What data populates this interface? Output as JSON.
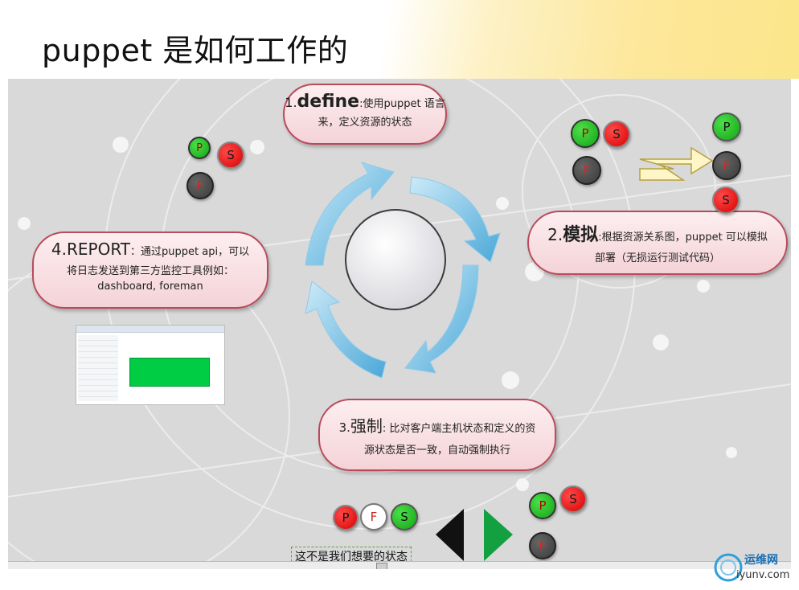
{
  "slide": {
    "title": "puppet 是如何工作的"
  },
  "steps": {
    "define": {
      "number": "1.",
      "head": "define",
      "text_line1": ":使用puppet 语言",
      "text_line2": "来，定义资源的状态"
    },
    "simulate": {
      "number": "2.",
      "head": "模拟",
      "text_line1": ":根据资源关系图，puppet 可以模拟",
      "text_line2": "部署（无损运行测试代码）"
    },
    "enforce": {
      "number": "3.",
      "head": "强制",
      "text_line1": ": 比对客户端主机状态和定义的资",
      "text_line2": "源状态是否一致，自动强制执行"
    },
    "report": {
      "number": "4.",
      "head": "REPORT",
      "text_line1": "：通过puppet api，可以",
      "text_line2": "将日志发送到第三方监控工具例如：",
      "text_line3": "dashboard, foreman"
    }
  },
  "nodes": {
    "p": "P",
    "s": "S",
    "f": "F"
  },
  "caption": "这不是我们想要的状态",
  "watermark": {
    "name": "运维网",
    "url": "iyunv.com"
  },
  "colors": {
    "header_yellow": "#fce68a",
    "canvas_gray": "#d9d9d9",
    "arrow_blue": "#6cc0e8",
    "bubble_border": "#b84a5a",
    "node_green": "#13a313",
    "node_red": "#d80000",
    "node_gray": "#3a3a3a",
    "dashboard_bar": "#00cc44"
  }
}
